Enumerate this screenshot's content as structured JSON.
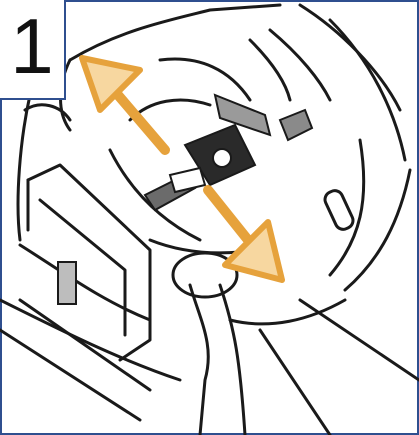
{
  "step": {
    "number": "1"
  },
  "colors": {
    "border": "#2f4f8f",
    "arrow_fill": "#f7d7a0",
    "arrow_stroke": "#e6a23c",
    "line": "#1a1a1a",
    "strap": "#6b6b6b",
    "buckle": "#2a2a2a"
  },
  "illustration": {
    "subject": "car-seat-harness-adjustment",
    "arrows": [
      "arrow-up-left",
      "arrow-down-right"
    ]
  }
}
